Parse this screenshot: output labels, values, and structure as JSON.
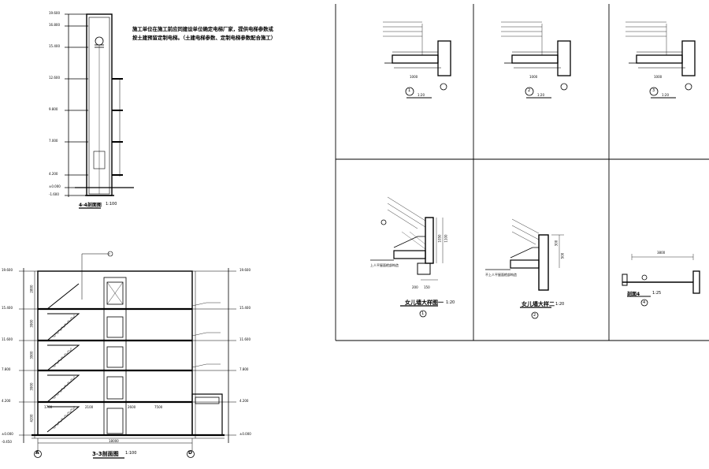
{
  "note": {
    "line1": "施工单位在施工前应同建设单位确定电梯厂家，提供电梯参数或",
    "line2": "按土建预留定制电梯。（土建电梯参数、定制电梯参数配合施工）"
  },
  "section_44": {
    "title": "4-4剖面图",
    "scale": "1:100",
    "levels": [
      "19.600",
      "16.800",
      "15.400",
      "12.600",
      "9.800",
      "7.000",
      "4.200",
      "±0.000",
      "-1.600"
    ]
  },
  "section_33": {
    "title": "3-3剖面图",
    "scale": "1:100",
    "axis_left": "A",
    "axis_right": "D",
    "levels": [
      "19.600",
      "15.400",
      "11.600",
      "7.800",
      "4.200",
      "±0.000",
      "-0.450"
    ],
    "dims": [
      "18000",
      "2800",
      "3900",
      "3900",
      "3900",
      "4200",
      "1700",
      "2100",
      "7500",
      "2600"
    ]
  },
  "details_top": [
    {
      "num": "1",
      "dim": "1000",
      "scale": "1:20"
    },
    {
      "num": "2",
      "dim": "1000",
      "scale": "1:20"
    },
    {
      "num": "3",
      "dim": "1000",
      "scale": "1:20"
    }
  ],
  "parapet_1": {
    "title": "女儿墙大样图一",
    "scale": "1:20",
    "num": "1",
    "caption": "上人平屋面檐部构造",
    "dims": [
      "200",
      "150",
      "1050",
      "1100"
    ]
  },
  "parapet_2": {
    "title": "女儿墙大样二",
    "scale": "1:20",
    "num": "2",
    "caption": "不上人平屋面檐部构造",
    "dims": [
      "300",
      "500"
    ]
  },
  "detail_4": {
    "title": "剖面4",
    "scale": "1:25",
    "num": "4",
    "dim": "3800"
  }
}
